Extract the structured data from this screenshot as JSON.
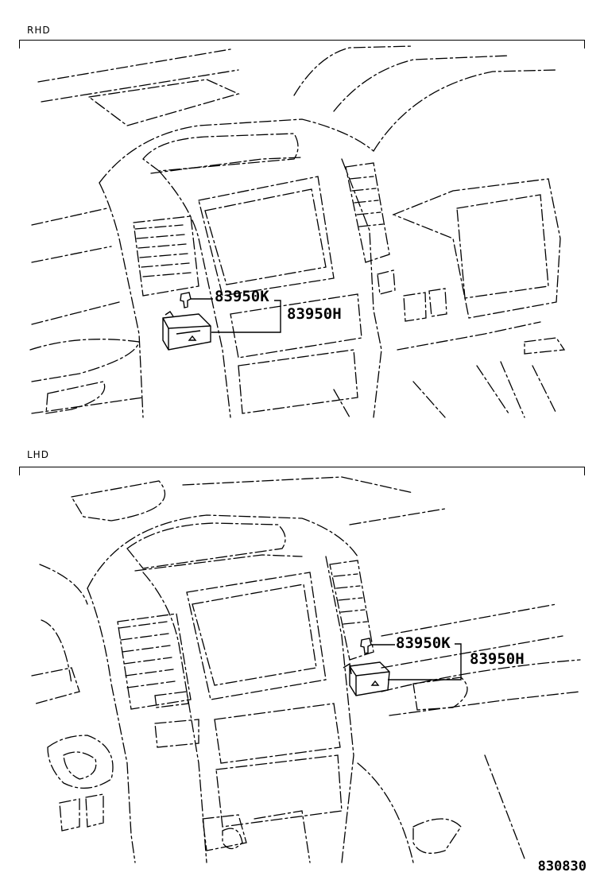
{
  "sections": [
    {
      "label": "RHD",
      "part_upper": "83950K",
      "part_lower": "83950H"
    },
    {
      "label": "LHD",
      "part_upper": "83950K",
      "part_lower": "83950H"
    }
  ],
  "diagram_number": "830830"
}
